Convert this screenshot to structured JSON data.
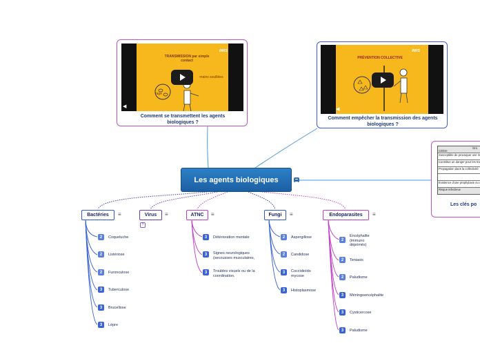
{
  "central": {
    "title": "Les agents biologiques"
  },
  "videos": [
    {
      "caption": "Comment se transmettent les agents biologiques ?",
      "frame_title": "TRANSMISSION par simple contact",
      "frame_note": "mains souillées",
      "frame_small": "rage",
      "logo": "INRS"
    },
    {
      "caption": "Comment empêcher la transmission des agents biologiques ?",
      "frame_title": "PRÉVENTION COLLECTIVE",
      "logo": "INRS"
    }
  ],
  "table_card": {
    "caption": "Les clés po",
    "rows": [
      "Critère",
      "Susceptible de provoquer une maladie chez l'homme",
      "Constitue un danger pour les travailleurs",
      "Propagation dans la collectivité",
      "",
      "Existence d'une prophylaxie ou d'un traitement efficace",
      "Risque infectieux"
    ],
    "header_right": "Gro"
  },
  "branches": [
    {
      "label": "Bactéries",
      "leaves": [
        {
          "level": "2",
          "text": "Coqueluche"
        },
        {
          "level": "2",
          "text": "Listériose"
        },
        {
          "level": "2",
          "text": "Furonculose"
        },
        {
          "level": "3",
          "text": "Tuberculose"
        },
        {
          "level": "3",
          "text": "Brucellose"
        },
        {
          "level": "3",
          "text": "Lèpre"
        }
      ]
    },
    {
      "label": "Virus",
      "extra": "?",
      "leaves": []
    },
    {
      "label": "ATNC",
      "leaves": [
        {
          "level": "3",
          "text": "Détérioration mentale"
        },
        {
          "level": "3",
          "text": "Signes neurologiques (secousses musculaires,"
        },
        {
          "level": "3",
          "text": "Troubles visuels ou de la coordination."
        }
      ]
    },
    {
      "label": "Fungi",
      "leaves": [
        {
          "level": "2",
          "text": "Aspergillose"
        },
        {
          "level": "2",
          "text": "Candidose"
        },
        {
          "level": "3",
          "text": "Coccidioïdo mycose"
        },
        {
          "level": "3",
          "text": "Histoplasmose"
        }
      ]
    },
    {
      "label": "Endoparasites",
      "leaves": [
        {
          "level": "2",
          "text": "Encéphalite (immuno déprimés)"
        },
        {
          "level": "2",
          "text": "Teniasis"
        },
        {
          "level": "2",
          "text": "Paludisme"
        },
        {
          "level": "3",
          "text": "Méningoencéphalite"
        },
        {
          "level": "3",
          "text": "Cysticercose"
        },
        {
          "level": "3",
          "text": "Paludisme"
        }
      ]
    }
  ]
}
